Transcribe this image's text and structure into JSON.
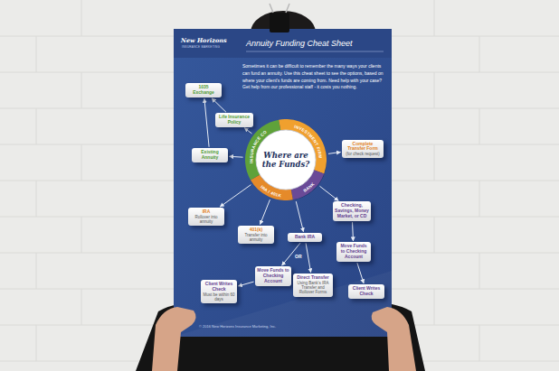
{
  "diagram": {
    "title": "Annuity Funding Cheat Sheet",
    "nodes": [
      {
        "text": [
          "1035 Exchange"
        ]
      },
      {
        "text": [
          "Life Insurance Policy"
        ]
      },
      {
        "text": [
          "Existing Annuity"
        ]
      },
      {
        "text": [
          "Where are the Funds?"
        ]
      },
      {
        "text": [
          "Complete Transfer Form",
          "(for check request)"
        ]
      },
      {
        "text": [
          "Checking, Savings, Money Market, or CD"
        ]
      },
      {
        "text": [
          "IRA",
          "Rollover into annuity"
        ]
      },
      {
        "text": [
          "401(k)",
          "Transfer into annuity"
        ]
      },
      {
        "text": [
          "Bank IRA"
        ]
      },
      {
        "text": [
          "Move Funds to Checking Account"
        ]
      },
      {
        "text": [
          "Move Funds to Checking Account"
        ]
      },
      {
        "text": [
          "Direct Transfer",
          "Using Bank's IRA Transfer and Rollover Forms"
        ]
      },
      {
        "text": [
          "Client Writes Check",
          "Must be within 60 days"
        ]
      },
      {
        "text": [
          "Client Writes Check"
        ]
      }
    ],
    "edges": [
      {
        "from": 3,
        "to": 1,
        "arrow": "to"
      },
      {
        "from": 3,
        "to": 2,
        "arrow": "to"
      },
      {
        "from": 1,
        "to": 0,
        "arrow": "to"
      },
      {
        "from": 2,
        "to": 0,
        "arrow": "to"
      },
      {
        "from": 3,
        "to": 4,
        "arrow": "to"
      },
      {
        "from": 3,
        "to": 5,
        "arrow": "to"
      },
      {
        "from": 5,
        "to": 10,
        "arrow": "to"
      },
      {
        "from": 10,
        "to": 13,
        "arrow": "to"
      },
      {
        "from": 3,
        "to": 6,
        "arrow": "to"
      },
      {
        "from": 3,
        "to": 7,
        "arrow": "to"
      },
      {
        "from": 3,
        "to": 8,
        "arrow": "to"
      },
      {
        "from": 8,
        "to": 9,
        "arrow": "to"
      },
      {
        "from": 8,
        "to": 11,
        "arrow": "to"
      },
      {
        "from": 9,
        "to": 12,
        "arrow": "to"
      }
    ],
    "labels": [
      "New Horizons",
      "INSURANCE MARKETING",
      "Sometimes it can be difficult to remember the many ways your clients can fund an annuity. Use this cheat sheet to see the options, based on where your client's funds are coming from. Need help with your case? Get help from our professional staff - it costs you nothing.",
      "INSURANCE CO",
      "INVESTMENT FIRM",
      "BANK",
      "IRA / 401K",
      "OR",
      "© 2016 New Horizons Insurance Marketing, Inc."
    ]
  }
}
